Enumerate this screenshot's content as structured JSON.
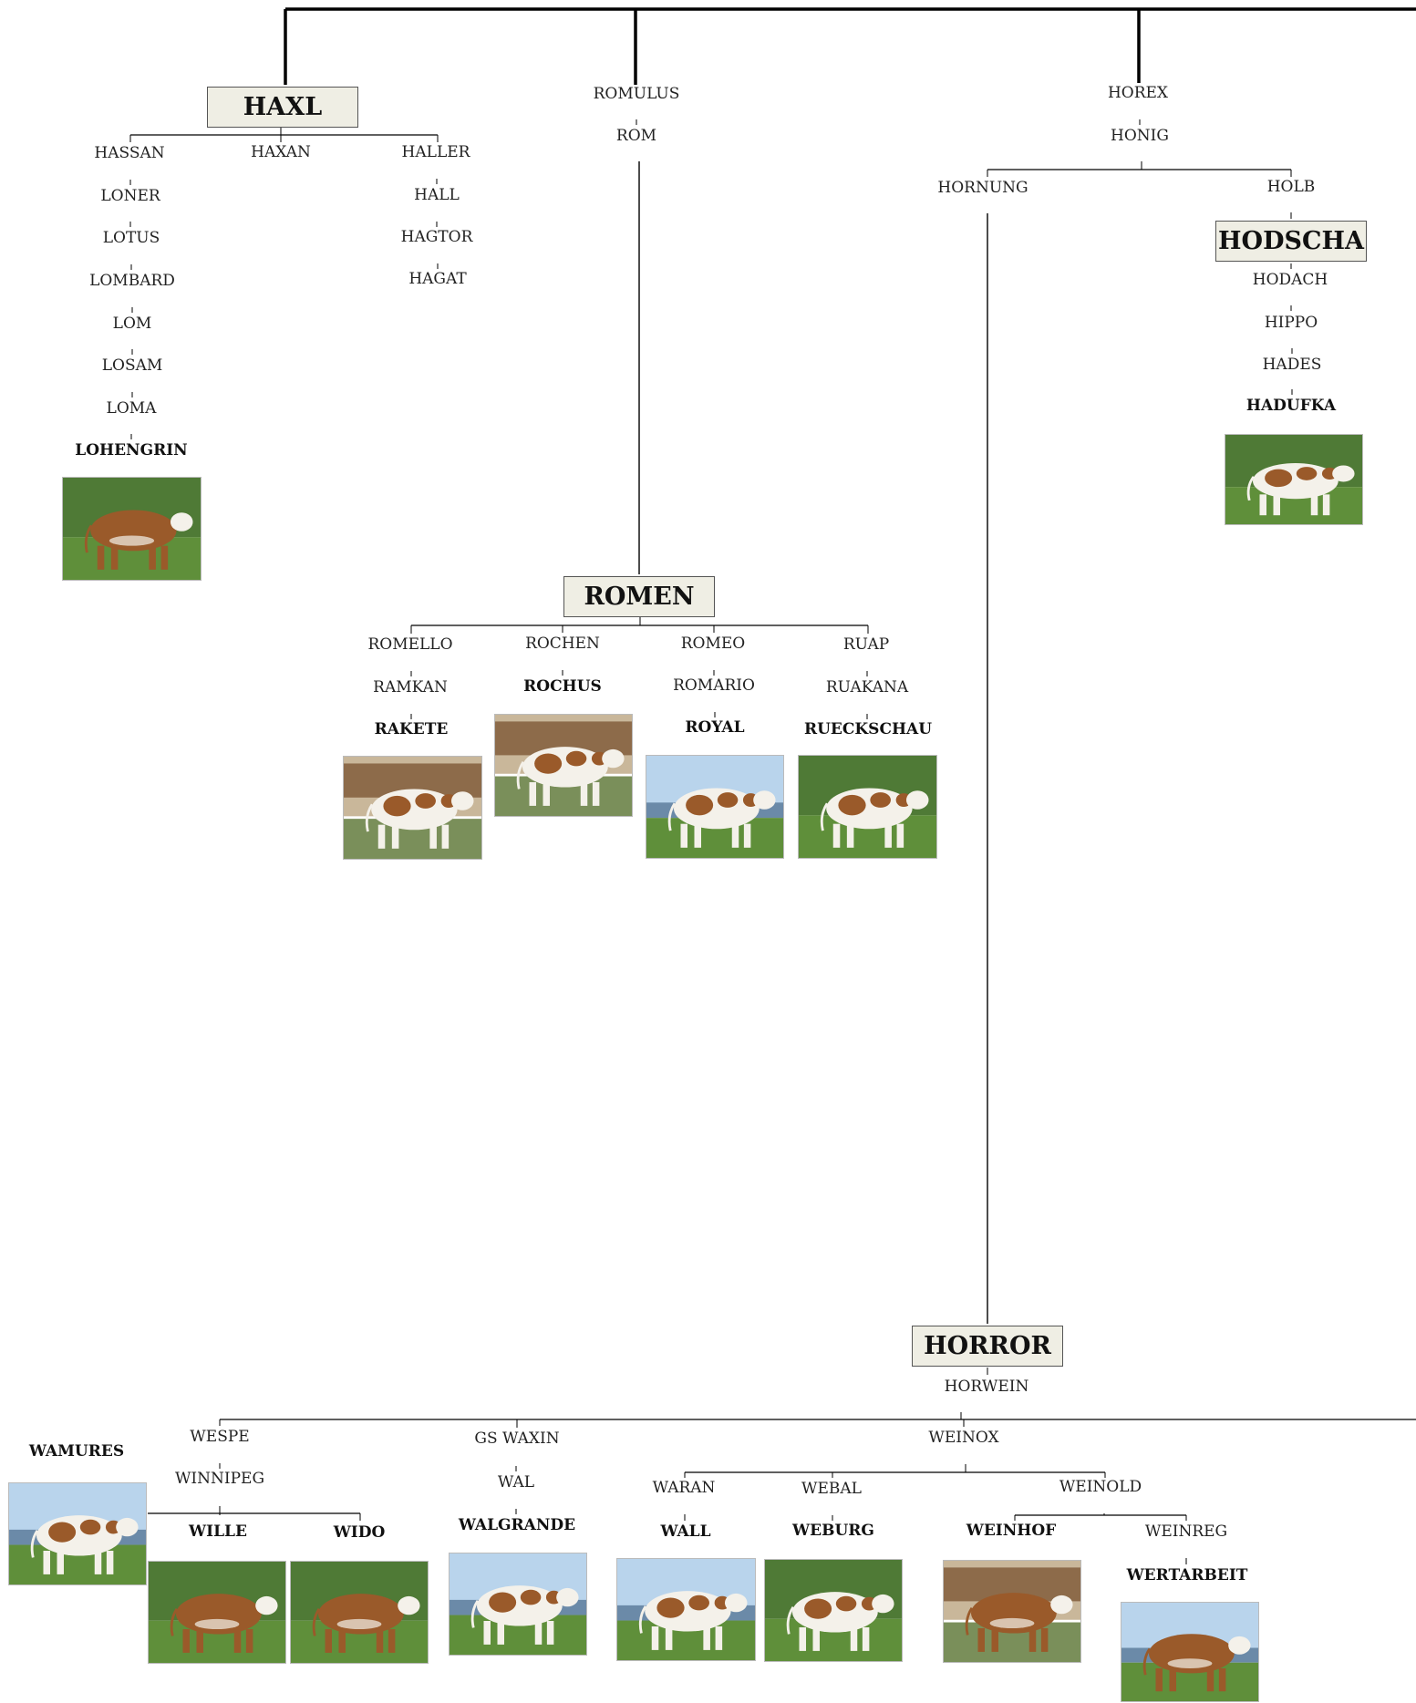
{
  "colors": {
    "line": "#000000",
    "box_fill": "#efeee4",
    "cow_brown": "#9a5a2a",
    "cow_white": "#f4f1ea",
    "grass": "#5f8f3a",
    "sky": "#b9d4ec"
  },
  "names": {
    "haxl": "HAXL",
    "hassan": "HASSAN",
    "loner": "LONER",
    "lotus": "LOTUS",
    "lombard": "LOMBARD",
    "lom": "LOM",
    "losam": "LOSAM",
    "loma": "LOMA",
    "lohengrin": "LOHENGRIN",
    "haxan": "HAXAN",
    "haller": "HALLER",
    "hall": "HALL",
    "hagtor": "HAGTOR",
    "hagat": "HAGAT",
    "romulus": "ROMULUS",
    "rom": "ROM",
    "romen": "ROMEN",
    "romello": "ROMELLO",
    "ramkan": "RAMKAN",
    "rakete": "RAKETE",
    "rochen": "ROCHEN",
    "rochus": "ROCHUS",
    "romeo": "ROMEO",
    "romario": "ROMARIO",
    "royal": "ROYAL",
    "ruap": "RUAP",
    "ruakana": "RUAKANA",
    "rueckschau": "RUECKSCHAU",
    "horex": "HOREX",
    "honig": "HONIG",
    "hornung": "HORNUNG",
    "holb": "HOLB",
    "hodscha": "HODSCHA",
    "hodach": "HODACH",
    "hippo": "HIPPO",
    "hades": "HADES",
    "hadufka": "HADUFKA",
    "horror": "HORROR",
    "horwein": "HORWEIN",
    "wespe": "WESPE",
    "winnipeg": "WINNIPEG",
    "wamures": "WAMURES",
    "wille": "WILLE",
    "wido": "WIDO",
    "gs_waxin": "GS WAXIN",
    "wal": "WAL",
    "walgrande": "WALGRANDE",
    "weinox": "WEINOX",
    "waran": "WARAN",
    "wall": "WALL",
    "webal": "WEBAL",
    "weburg": "WEBURG",
    "weinold": "WEINOLD",
    "weinhof": "WEINHOF",
    "weinreg": "WEINREG",
    "wertarbeit": "WERTARBEIT"
  },
  "photos": [
    {
      "of": "lohengrin",
      "coat": "brown",
      "bg": "field"
    },
    {
      "of": "hadufka",
      "coat": "spotted",
      "bg": "field"
    },
    {
      "of": "rakete",
      "coat": "spotted",
      "bg": "barn"
    },
    {
      "of": "rochus",
      "coat": "spotted",
      "bg": "barn"
    },
    {
      "of": "royal",
      "coat": "spotted",
      "bg": "lake"
    },
    {
      "of": "rueckschau",
      "coat": "spotted",
      "bg": "field"
    },
    {
      "of": "wamures",
      "coat": "spotted",
      "bg": "lake"
    },
    {
      "of": "wille",
      "coat": "brown",
      "bg": "field"
    },
    {
      "of": "wido",
      "coat": "brown",
      "bg": "field"
    },
    {
      "of": "walgrande",
      "coat": "spotted",
      "bg": "lake"
    },
    {
      "of": "wall",
      "coat": "spotted",
      "bg": "lake"
    },
    {
      "of": "weburg",
      "coat": "spotted",
      "bg": "field"
    },
    {
      "of": "weinhof",
      "coat": "brown",
      "bg": "barn"
    },
    {
      "of": "wertarbeit",
      "coat": "brown",
      "bg": "lake"
    }
  ]
}
